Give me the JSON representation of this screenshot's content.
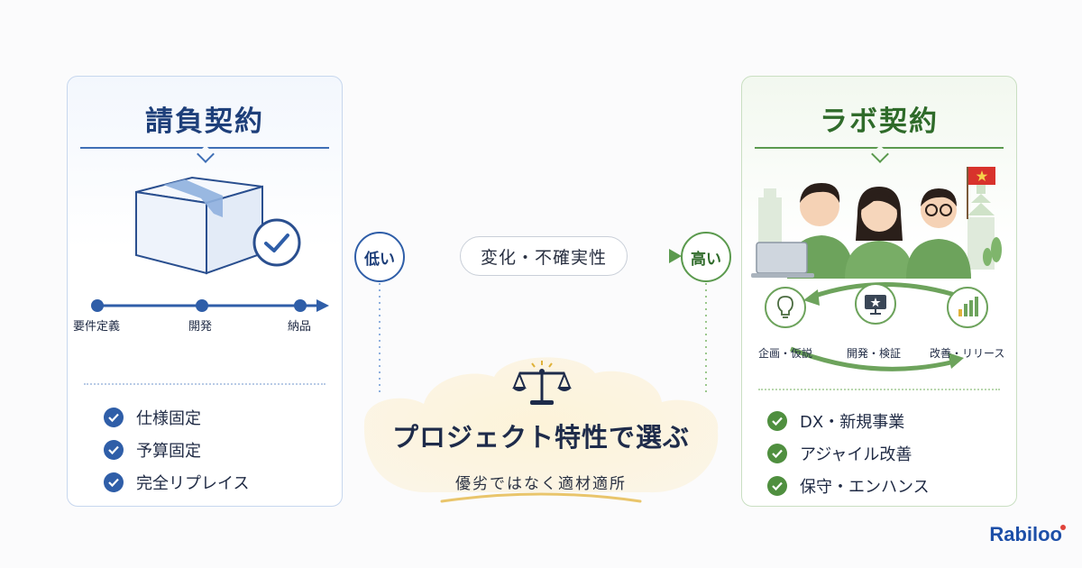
{
  "left_panel": {
    "title": "請負契約",
    "phases": [
      "要件定義",
      "開発",
      "納品"
    ],
    "checklist": [
      "仕様固定",
      "予算固定",
      "完全リプレイス"
    ],
    "accent_color": "#2f5ea8"
  },
  "right_panel": {
    "title": "ラボ契約",
    "cycle_steps": [
      "企画・仮説",
      "開発・検証",
      "改善・リリース"
    ],
    "checklist": [
      "DX・新規事業",
      "アジャイル改善",
      "保守・エンハンス"
    ],
    "accent_color": "#4f8f3f"
  },
  "center": {
    "low_label": "低い",
    "high_label": "高い",
    "axis_label": "変化・不確実性",
    "main_title": "プロジェクト特性で選ぶ",
    "sub_title": "優劣ではなく適材適所"
  },
  "brand": {
    "name": "Rabiloo",
    "color": "#1d4fa8"
  },
  "icons": [
    "box-icon",
    "check-circle-icon",
    "scale-icon",
    "lightbulb-icon",
    "monitor-star-icon",
    "bar-chart-icon",
    "vietnam-flag-icon",
    "pagoda-icon",
    "laptop-icon"
  ]
}
